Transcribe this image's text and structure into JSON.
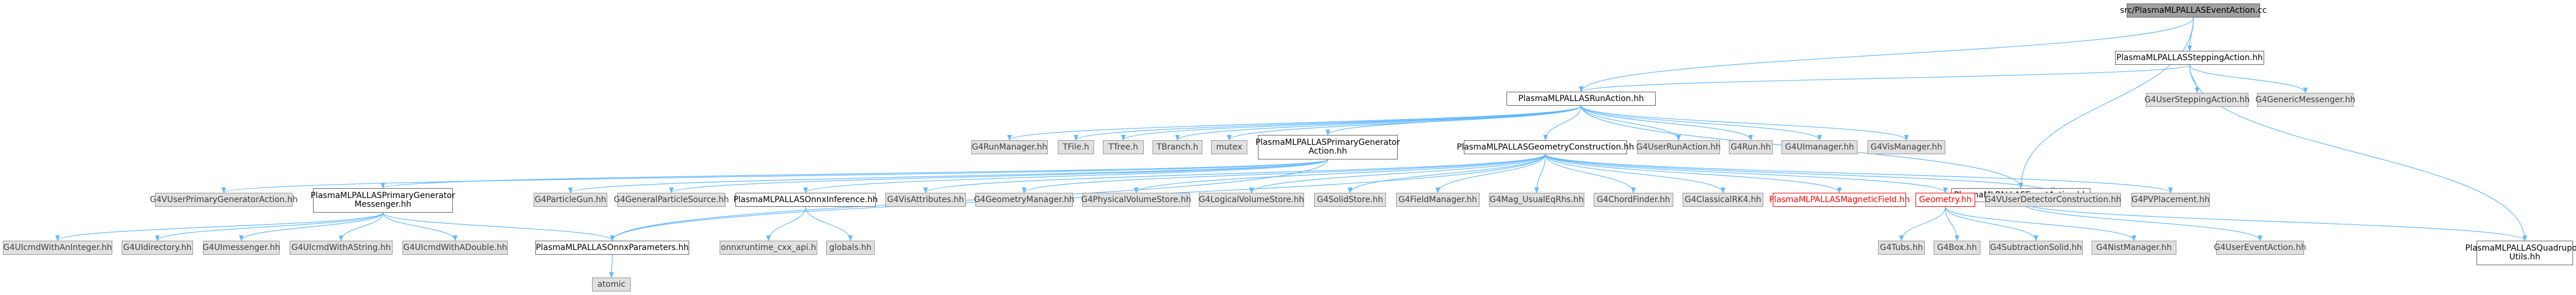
{
  "graph": {
    "nodes": [
      {
        "id": "root",
        "label": "src/PlasmaMLPALLASEventAction.cc",
        "style": "root"
      },
      {
        "id": "stepping",
        "label": "PlasmaMLPALLASSteppingAction.hh",
        "style": "linked"
      },
      {
        "id": "runaction",
        "label": "PlasmaMLPALLASRunAction.hh",
        "style": "linked"
      },
      {
        "id": "g4usersteppingaction",
        "label": "G4UserSteppingAction.hh",
        "style": "external"
      },
      {
        "id": "g4genericmessenger",
        "label": "G4GenericMessenger.hh",
        "style": "external"
      },
      {
        "id": "g4runmanager",
        "label": "G4RunManager.hh",
        "style": "external"
      },
      {
        "id": "tfile",
        "label": "TFile.h",
        "style": "external"
      },
      {
        "id": "ttree",
        "label": "TTree.h",
        "style": "external"
      },
      {
        "id": "tbranch",
        "label": "TBranch.h",
        "style": "external"
      },
      {
        "id": "mutex",
        "label": "mutex",
        "style": "external"
      },
      {
        "id": "primarygen",
        "label": "PlasmaMLPALLASPrimaryGenerator",
        "label2": "Action.hh",
        "style": "linked"
      },
      {
        "id": "geomcons",
        "label": "PlasmaMLPALLASGeometryConstruction.hh",
        "style": "linked"
      },
      {
        "id": "g4userrunaction",
        "label": "G4UserRunAction.hh",
        "style": "external"
      },
      {
        "id": "g4run",
        "label": "G4Run.hh",
        "style": "external"
      },
      {
        "id": "g4uimanager",
        "label": "G4UImanager.hh",
        "style": "external"
      },
      {
        "id": "g4vismanager",
        "label": "G4VisManager.hh",
        "style": "external"
      },
      {
        "id": "eventaction",
        "label": "PlasmaMLPALLASEventAction.hh",
        "style": "linked"
      },
      {
        "id": "quadrupole",
        "label": "PlasmaMLPALLASQuadrupole",
        "label2": "Utils.hh",
        "style": "linked"
      },
      {
        "id": "g4vuserprimarygeneratoraction",
        "label": "G4VUserPrimaryGeneratorAction.hh",
        "style": "external"
      },
      {
        "id": "primarymessenger",
        "label": "PlasmaMLPALLASPrimaryGenerator",
        "label2": "Messenger.hh",
        "style": "linked"
      },
      {
        "id": "g4particlegun",
        "label": "G4ParticleGun.hh",
        "style": "external"
      },
      {
        "id": "g4generalparticlesource",
        "label": "G4GeneralParticleSource.hh",
        "style": "external"
      },
      {
        "id": "onnxinference",
        "label": "PlasmaMLPALLASOnnxInference.hh",
        "style": "linked"
      },
      {
        "id": "g4visattributes",
        "label": "G4VisAttributes.hh",
        "style": "external"
      },
      {
        "id": "g4geometrymanager",
        "label": "G4GeometryManager.hh",
        "style": "external"
      },
      {
        "id": "g4physicalvolumestore",
        "label": "G4PhysicalVolumeStore.hh",
        "style": "external"
      },
      {
        "id": "g4logicalvolumestore",
        "label": "G4LogicalVolumeStore.hh",
        "style": "external"
      },
      {
        "id": "g4solidstore",
        "label": "G4SolidStore.hh",
        "style": "external"
      },
      {
        "id": "g4fieldmanager",
        "label": "G4FieldManager.hh",
        "style": "external"
      },
      {
        "id": "g4mag",
        "label": "G4Mag_UsualEqRhs.hh",
        "style": "external"
      },
      {
        "id": "g4chordfinder",
        "label": "G4ChordFinder.hh",
        "style": "external"
      },
      {
        "id": "g4classicalrk4",
        "label": "G4ClassicalRK4.hh",
        "style": "external"
      },
      {
        "id": "magneticfield",
        "label": "PlasmaMLPALLASMagneticField.hh",
        "style": "red"
      },
      {
        "id": "geometry",
        "label": "Geometry.hh",
        "style": "red"
      },
      {
        "id": "g4vuserdetector",
        "label": "G4VUserDetectorConstruction.hh",
        "style": "external"
      },
      {
        "id": "g4pvplacement",
        "label": "G4PVPlacement.hh",
        "style": "external"
      },
      {
        "id": "g4usereventaction",
        "label": "G4UserEventAction.hh",
        "style": "external"
      },
      {
        "id": "g4uicmdwithaninteger",
        "label": "G4UIcmdWithAnInteger.hh",
        "style": "external"
      },
      {
        "id": "g4uidirectory",
        "label": "G4UIdirectory.hh",
        "style": "external"
      },
      {
        "id": "g4uimessenger",
        "label": "G4UImessenger.hh",
        "style": "external"
      },
      {
        "id": "g4uicmdwithastring",
        "label": "G4UIcmdWithAString.hh",
        "style": "external"
      },
      {
        "id": "g4uicmdwithadouble",
        "label": "G4UIcmdWithADouble.hh",
        "style": "external"
      },
      {
        "id": "onnxparameters",
        "label": "PlasmaMLPALLASOnnxParameters.hh",
        "style": "linked"
      },
      {
        "id": "onnxruntime",
        "label": "onnxruntime_cxx_api.h",
        "style": "external"
      },
      {
        "id": "globals",
        "label": "globals.hh",
        "style": "external"
      },
      {
        "id": "atomic",
        "label": "atomic",
        "style": "external"
      },
      {
        "id": "g4tubs",
        "label": "G4Tubs.hh",
        "style": "external"
      },
      {
        "id": "g4box",
        "label": "G4Box.hh",
        "style": "external"
      },
      {
        "id": "g4subtractionsolid",
        "label": "G4SubtractionSolid.hh",
        "style": "external"
      },
      {
        "id": "g4nistmanager",
        "label": "G4NistManager.hh",
        "style": "external"
      }
    ],
    "edges": [
      [
        "root",
        "stepping"
      ],
      [
        "root",
        "runaction"
      ],
      [
        "root",
        "eventaction"
      ],
      [
        "stepping",
        "runaction"
      ],
      [
        "stepping",
        "g4usersteppingaction"
      ],
      [
        "stepping",
        "g4genericmessenger"
      ],
      [
        "stepping",
        "quadrupole"
      ],
      [
        "runaction",
        "g4runmanager"
      ],
      [
        "runaction",
        "tfile"
      ],
      [
        "runaction",
        "ttree"
      ],
      [
        "runaction",
        "tbranch"
      ],
      [
        "runaction",
        "mutex"
      ],
      [
        "runaction",
        "primarygen"
      ],
      [
        "runaction",
        "geomcons"
      ],
      [
        "runaction",
        "g4userrunaction"
      ],
      [
        "runaction",
        "g4run"
      ],
      [
        "runaction",
        "g4uimanager"
      ],
      [
        "runaction",
        "g4vismanager"
      ],
      [
        "runaction",
        "eventaction"
      ],
      [
        "primarygen",
        "g4vuserprimarygeneratoraction"
      ],
      [
        "primarygen",
        "primarymessenger"
      ],
      [
        "primarygen",
        "g4particlegun"
      ],
      [
        "primarygen",
        "g4generalparticlesource"
      ],
      [
        "primarygen",
        "onnxinference"
      ],
      [
        "primarygen",
        "onnxparameters"
      ],
      [
        "primarymessenger",
        "g4uicmdwithaninteger"
      ],
      [
        "primarymessenger",
        "g4uidirectory"
      ],
      [
        "primarymessenger",
        "g4uimessenger"
      ],
      [
        "primarymessenger",
        "g4uicmdwithastring"
      ],
      [
        "primarymessenger",
        "g4uicmdwithadouble"
      ],
      [
        "primarymessenger",
        "onnxparameters"
      ],
      [
        "onnxinference",
        "onnxruntime"
      ],
      [
        "onnxinference",
        "globals"
      ],
      [
        "onnxparameters",
        "atomic"
      ],
      [
        "geomcons",
        "g4vuserdetector"
      ],
      [
        "geomcons",
        "g4visattributes"
      ],
      [
        "geomcons",
        "g4geometrymanager"
      ],
      [
        "geomcons",
        "g4physicalvolumestore"
      ],
      [
        "geomcons",
        "g4logicalvolumestore"
      ],
      [
        "geomcons",
        "g4solidstore"
      ],
      [
        "geomcons",
        "g4fieldmanager"
      ],
      [
        "geomcons",
        "g4mag"
      ],
      [
        "geomcons",
        "g4chordfinder"
      ],
      [
        "geomcons",
        "g4classicalrk4"
      ],
      [
        "geomcons",
        "magneticfield"
      ],
      [
        "geomcons",
        "geometry"
      ],
      [
        "geomcons",
        "g4pvplacement"
      ],
      [
        "geomcons",
        "onnxparameters"
      ],
      [
        "geometry",
        "g4tubs"
      ],
      [
        "geometry",
        "g4box"
      ],
      [
        "geometry",
        "g4subtractionsolid"
      ],
      [
        "geometry",
        "g4nistmanager"
      ],
      [
        "eventaction",
        "g4usereventaction"
      ],
      [
        "eventaction",
        "quadrupole"
      ]
    ]
  },
  "colors": {
    "edge": "#63b8ff",
    "arrow": "#63b8ff"
  }
}
